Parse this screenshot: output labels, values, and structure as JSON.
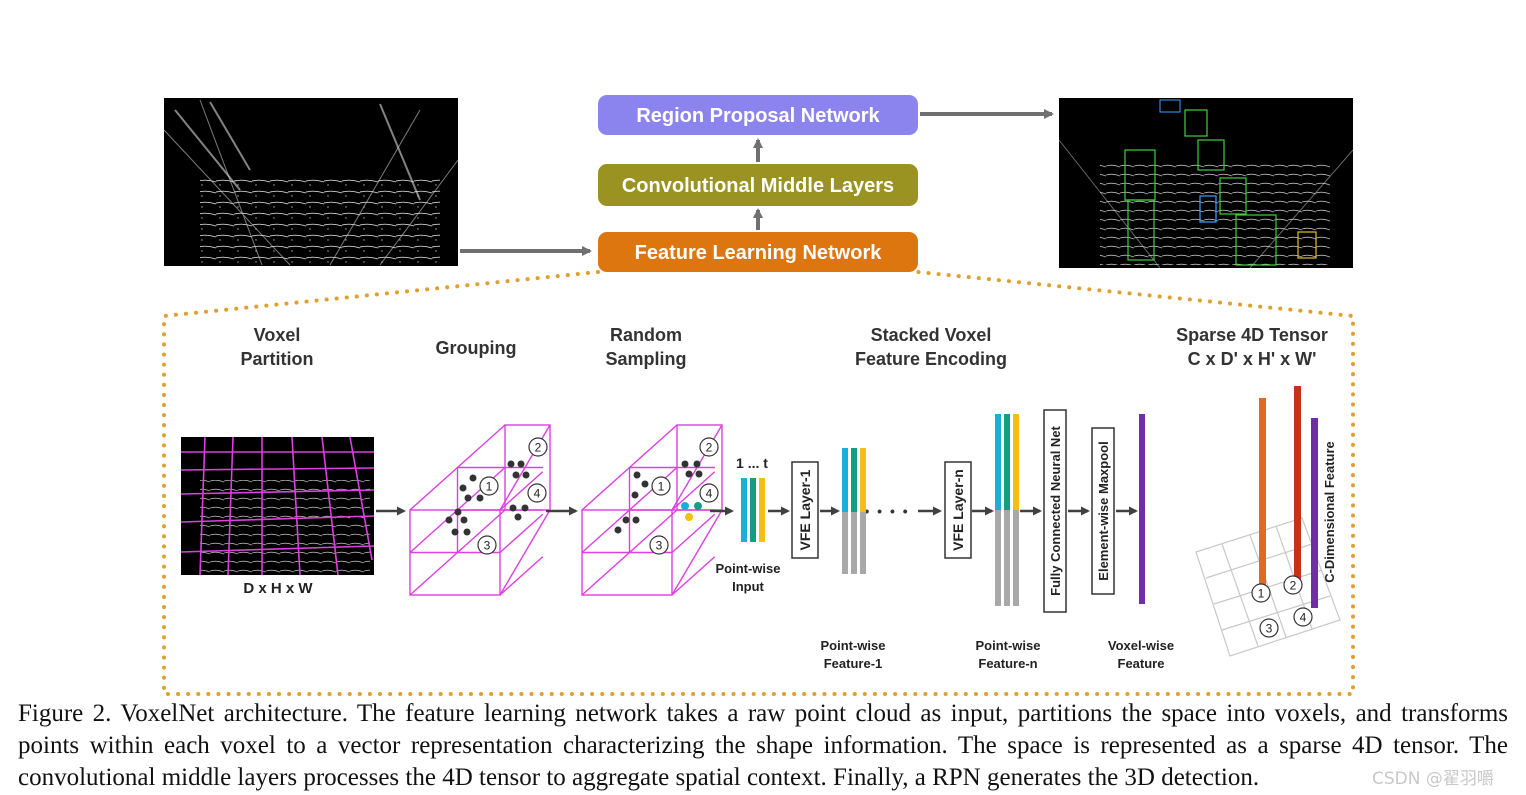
{
  "boxes": {
    "rpn": {
      "label": "Region Proposal Network",
      "color": "#8b84ee"
    },
    "cml": {
      "label": "Convolutional Middle Layers",
      "color": "#9a9322"
    },
    "fln": {
      "label": "Feature Learning Network",
      "color": "#de7610"
    }
  },
  "stages": {
    "voxel_partition": [
      "Voxel",
      "Partition"
    ],
    "grouping": "Grouping",
    "random_sampling": [
      "Random",
      "Sampling"
    ],
    "stacked_vfe": [
      "Stacked Voxel",
      "Feature Encoding"
    ],
    "sparse_tensor": [
      "Sparse 4D Tensor",
      "C x D' x H' x W'"
    ]
  },
  "labels": {
    "dhw": "D x H x W",
    "one_to_t": "1 ... t",
    "pointwise_input": [
      "Point-wise",
      "Input"
    ],
    "vfe_layer_1": "VFE Layer-1",
    "vfe_layer_n": "VFE Layer-n",
    "fcn": "Fully Connected Neural Net",
    "maxpool": "Element-wise Maxpool",
    "pointwise_feature_1": [
      "Point-wise",
      "Feature-1"
    ],
    "pointwise_feature_n": [
      "Point-wise",
      "Feature-n"
    ],
    "voxelwise_feature": [
      "Voxel-wise",
      "Feature"
    ],
    "c_dim_feature": "C-Dimensional Feature",
    "dots": "• • • •"
  },
  "voxel_ids": [
    "1",
    "2",
    "3",
    "4"
  ],
  "colors": {
    "magenta": "#dd3fe0",
    "cyan": "#1aaed8",
    "teal": "#139e84",
    "yellow": "#f4be12",
    "gray": "#a8a8a8",
    "purple": "#6f2da8",
    "orange_bar": "#e06a1e",
    "red_bar": "#c8301c",
    "dotted": "#e0a030",
    "arrow": "#707070"
  },
  "caption": "Figure 2. VoxelNet architecture. The feature learning network takes a raw point cloud as input, partitions the space into voxels, and transforms points within each voxel to a vector representation characterizing the shape information. The space is represented as a sparse 4D tensor. The convolutional middle layers processes the 4D tensor to aggregate spatial context. Finally, a RPN generates the 3D detection.",
  "watermark": "CSDN @翟羽嚼"
}
